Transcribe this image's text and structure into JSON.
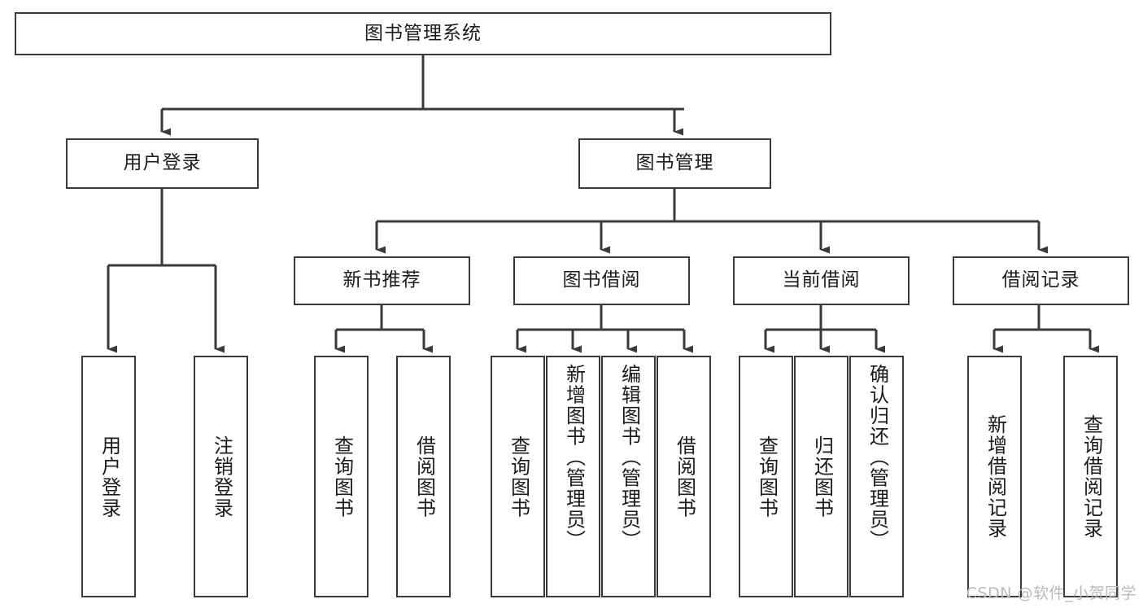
{
  "diagram": {
    "title_node": {
      "label": "图书管理系统"
    },
    "level2": [
      {
        "id": "user-login",
        "label": "用户登录"
      },
      {
        "id": "book-management",
        "label": "图书管理"
      }
    ],
    "level3": [
      {
        "id": "new-book-recommend",
        "label": "新书推荐"
      },
      {
        "id": "book-borrow",
        "label": "图书借阅"
      },
      {
        "id": "current-borrow",
        "label": "当前借阅"
      },
      {
        "id": "borrow-record",
        "label": "借阅记录"
      }
    ],
    "leaves": [
      {
        "id": "leaf-user-login",
        "label": "用户登录",
        "parent": "user-login"
      },
      {
        "id": "leaf-logout-login",
        "label": "注销登录",
        "parent": "user-login"
      },
      {
        "id": "leaf-query-book-1",
        "label": "查询图书",
        "parent": "new-book-recommend"
      },
      {
        "id": "leaf-borrow-book-1",
        "label": "借阅图书",
        "parent": "new-book-recommend"
      },
      {
        "id": "leaf-query-book-2",
        "label": "查询图书",
        "parent": "book-borrow"
      },
      {
        "id": "leaf-add-book",
        "label": "新增图书（管理员）",
        "parent": "book-borrow"
      },
      {
        "id": "leaf-edit-book",
        "label": "编辑图书（管理员）",
        "parent": "book-borrow"
      },
      {
        "id": "leaf-borrow-book-2",
        "label": "借阅图书",
        "parent": "book-borrow"
      },
      {
        "id": "leaf-query-book-3",
        "label": "查询图书",
        "parent": "current-borrow"
      },
      {
        "id": "leaf-return-book",
        "label": "归还图书",
        "parent": "current-borrow"
      },
      {
        "id": "leaf-confirm-return",
        "label": "确认归还（管理员）",
        "parent": "current-borrow"
      },
      {
        "id": "leaf-add-record",
        "label": "新增借阅记录",
        "parent": "borrow-record"
      },
      {
        "id": "leaf-query-record",
        "label": "查询借阅记录",
        "parent": "borrow-record"
      }
    ],
    "watermark": "CSDN @软件_小贺同学",
    "colors": {
      "stroke": "#3a3a3a",
      "box_fill": "#ffffff",
      "text": "#1b1b1b",
      "watermark": "#b9b9b9"
    }
  }
}
